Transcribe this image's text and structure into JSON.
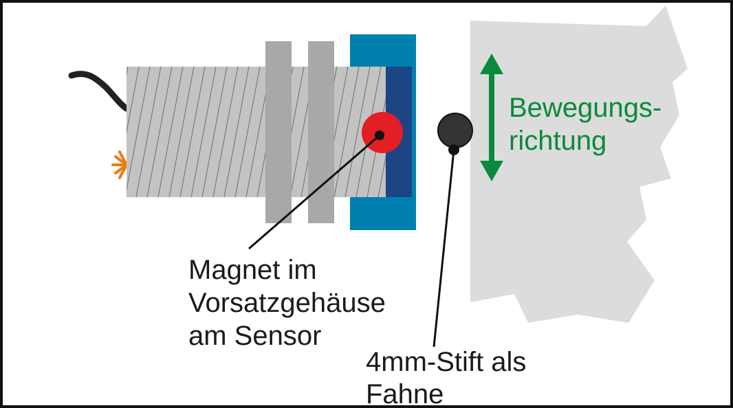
{
  "labels": {
    "magnet_line1": "Magnet im",
    "magnet_line2": "Vorsatzgehäuse",
    "magnet_line3": "am Sensor",
    "pin_line1": "4mm-Stift als",
    "pin_line2": "Fahne",
    "direction_line1": "Bewegungs-",
    "direction_line2": "richtung"
  },
  "colors": {
    "sensor_body": "#c3c3c3",
    "thread_lines": "#7a7a7a",
    "nut": "#a8a8a8",
    "housing_outer": "#0080b0",
    "housing_inner": "#1b4585",
    "magnet": "#e31e24",
    "plate": "#dcdcdc",
    "arrow": "#0a8a3c",
    "led": "#f07a10",
    "text": "#1a1a1a"
  }
}
